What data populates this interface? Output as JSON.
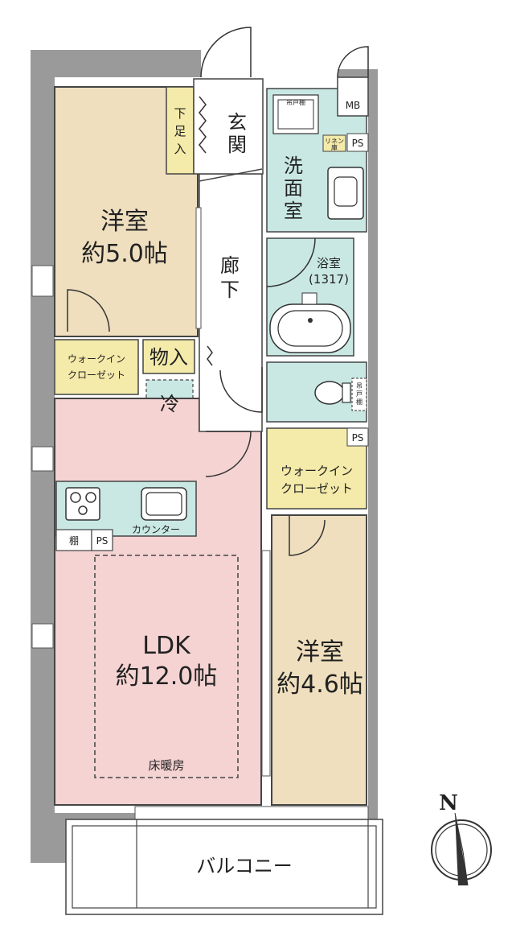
{
  "rooms": {
    "western1": {
      "name": "洋室",
      "area": "約5.0帖"
    },
    "western2": {
      "name": "洋室",
      "area": "約4.6帖"
    },
    "ldk": {
      "name": "LDK",
      "area": "約12.0帖",
      "note": "床暖房"
    },
    "balcony": "バルコニー",
    "entrance": [
      "玄",
      "関"
    ],
    "shoe_storage": [
      "下",
      "足",
      "入"
    ],
    "hallway": [
      "廊",
      "下"
    ],
    "washroom": [
      "洗",
      "面",
      "室"
    ],
    "bathroom": {
      "name": "浴室",
      "size": "(1317)"
    },
    "storage": "物入",
    "fridge": "冷",
    "wic1": [
      "ウォークイン",
      "クローゼット"
    ],
    "wic2": [
      "ウォークイン",
      "クローゼット"
    ],
    "counter": "カウンター",
    "shelf": "棚",
    "ps1": "PS",
    "ps2": "PS",
    "ps3": "PS",
    "mb": "MB",
    "linen": [
      "リネン",
      "庫"
    ],
    "hanging_shelf_wash": "吊戸棚",
    "hanging_shelf_toilet": [
      "吊",
      "戸",
      "棚"
    ]
  },
  "compass": {
    "north": "N"
  },
  "colors": {
    "western": "#efdfbe",
    "ldk": "#f5d3d3",
    "wet": "#c9e8e4",
    "closet": "#f4eaa9",
    "wall": "#9a9a9a"
  }
}
